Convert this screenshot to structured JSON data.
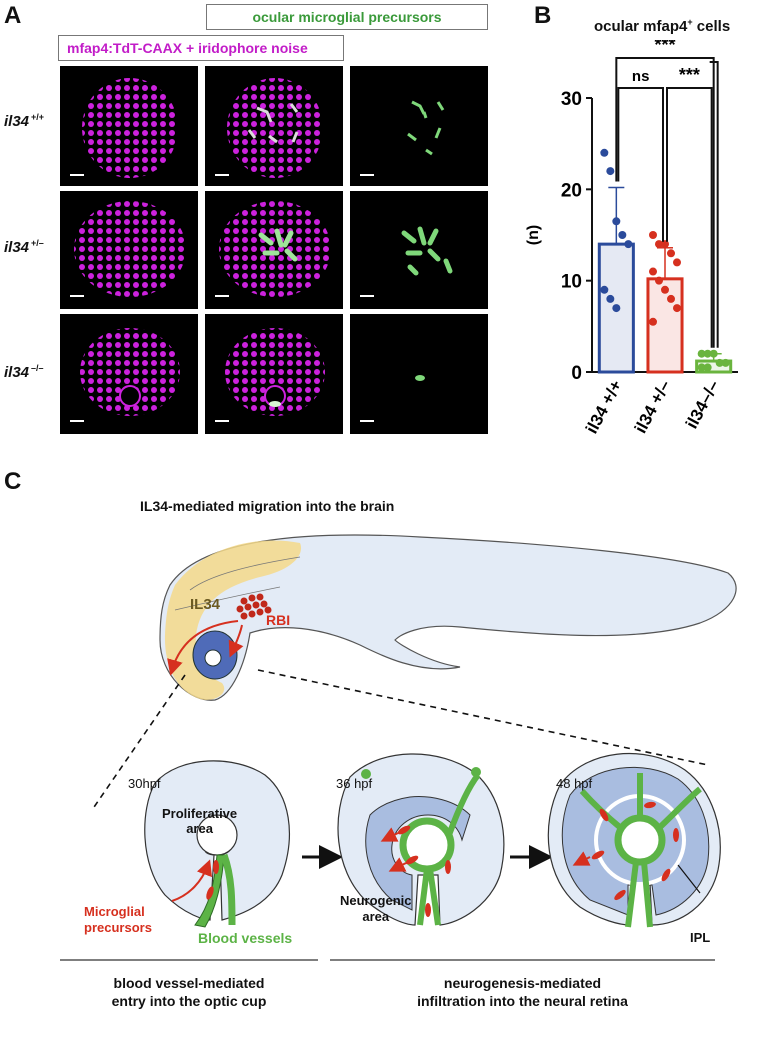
{
  "panel_labels": [
    "A",
    "B",
    "C"
  ],
  "panel_a": {
    "legend_green": "ocular microglial precursors",
    "legend_magenta": "mfap4:TdT-CAAX + iridophore noise",
    "rows": [
      {
        "gene": "il34",
        "genotype": "+/+"
      },
      {
        "gene": "il34",
        "genotype": "+/–"
      },
      {
        "gene": "il34",
        "genotype": "–/–"
      }
    ],
    "colors": {
      "magenta": "#cc22dd",
      "green": "#7fd87a",
      "background": "#000000"
    }
  },
  "chart_data": {
    "type": "bar",
    "title_main": "ocular mfap4",
    "title_sup": "+",
    "title_rest": " cells",
    "ylabel": "(n)",
    "ylim": [
      0,
      30
    ],
    "yticks": [
      0,
      10,
      20,
      30
    ],
    "categories": [
      "il34 +/+",
      "il34 +/–",
      "il34–/–"
    ],
    "values": [
      14,
      10.2,
      1.2
    ],
    "sd": [
      6.2,
      3.4,
      0.8
    ],
    "points": [
      [
        24,
        22,
        16.5,
        15,
        14,
        9,
        8,
        7
      ],
      [
        15,
        14,
        14,
        13,
        12,
        11,
        10,
        9,
        8,
        7,
        5.5
      ],
      [
        2,
        2,
        2,
        1,
        1,
        0.5,
        0.5
      ]
    ],
    "colors": [
      "#2b4b9b",
      "#d6301f",
      "#6ab43e"
    ],
    "significance": [
      {
        "from": 0,
        "to": 2,
        "label": "***"
      },
      {
        "from": 0,
        "to": 1,
        "label": "ns"
      },
      {
        "from": 1,
        "to": 2,
        "label": "***"
      }
    ]
  },
  "panel_c": {
    "top_title": "IL34-mediated migration into the brain",
    "il34_label": "IL34",
    "rbi_label": "RBI",
    "stage1": {
      "time": "30hpf",
      "proliferative": "Proliferative\narea",
      "microglia": "Microglial\nprecursors",
      "vessels": "Blood vessels"
    },
    "stage2": {
      "time": "36 hpf",
      "neurogenic": "Neurogenic\narea"
    },
    "stage3": {
      "time": "48 hpf",
      "ipl": "IPL"
    },
    "caption_left": "blood vessel-mediated\nentry into the optic cup",
    "caption_right": "neurogenesis-mediated\ninfiltration into the neural retina",
    "colors": {
      "red": "#d6301f",
      "green": "#5cb346",
      "yellow": "#f5d98a",
      "light_blue": "#e3ebf6",
      "blue": "#4f6bb8",
      "mid_blue": "#a9bde0"
    }
  }
}
